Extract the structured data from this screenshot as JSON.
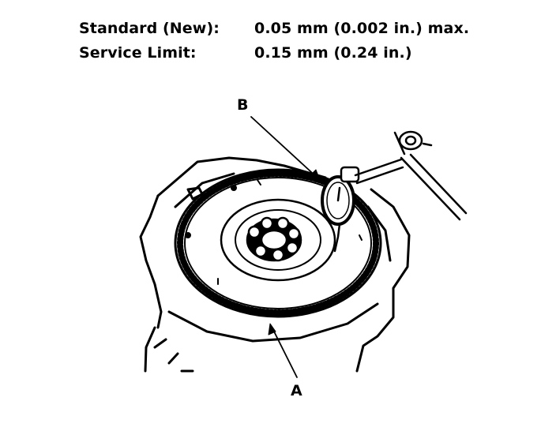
{
  "specs": {
    "standard_label": "Standard (New):",
    "standard_value": "0.05 mm (0.002 in.) max.",
    "service_label": "Service Limit:",
    "service_value": "0.15 mm (0.24 in.)"
  },
  "callouts": {
    "a": "A",
    "b": "B"
  }
}
